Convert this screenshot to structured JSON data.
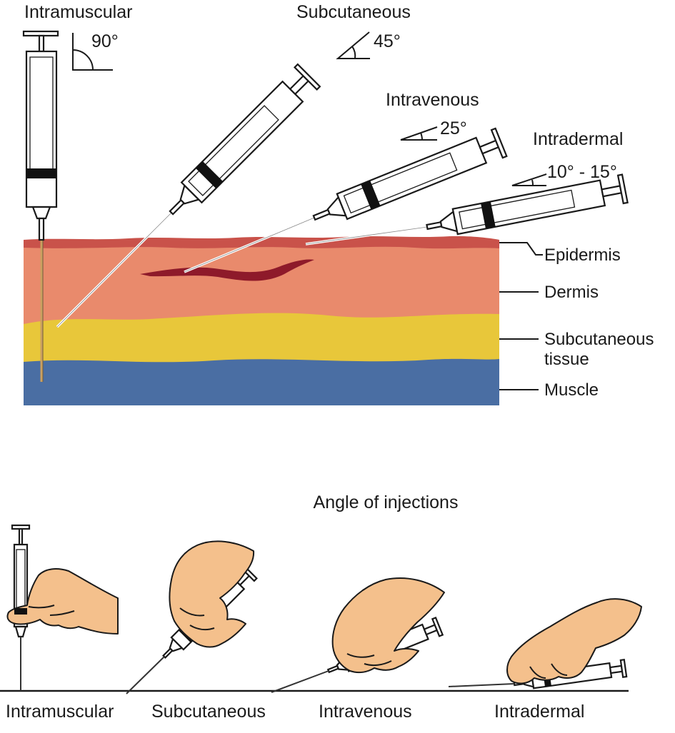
{
  "top_diagram": {
    "techniques": [
      {
        "name": "Intramuscular",
        "angle": "90°"
      },
      {
        "name": "Subcutaneous",
        "angle": "45°"
      },
      {
        "name": "Intravenous",
        "angle": "25°"
      },
      {
        "name": "Intradermal",
        "angle": "10° - 15°"
      }
    ],
    "layers": {
      "epidermis": "Epidermis",
      "dermis": "Dermis",
      "subcutaneous_line1": "Subcutaneous",
      "subcutaneous_line2": "tissue",
      "muscle": "Muscle"
    },
    "colors": {
      "epidermis": "#c9524a",
      "dermis": "#e98a6c",
      "subcutaneous": "#e8c73a",
      "muscle": "#4a6ea3",
      "vein": "#8e1a2a"
    }
  },
  "bottom_diagram": {
    "title": "Angle of injections",
    "labels": [
      "Intramuscular",
      "Subcutaneous",
      "Intravenous",
      "Intradermal"
    ],
    "colors": {
      "skin_tone": "#f4c08c"
    }
  }
}
